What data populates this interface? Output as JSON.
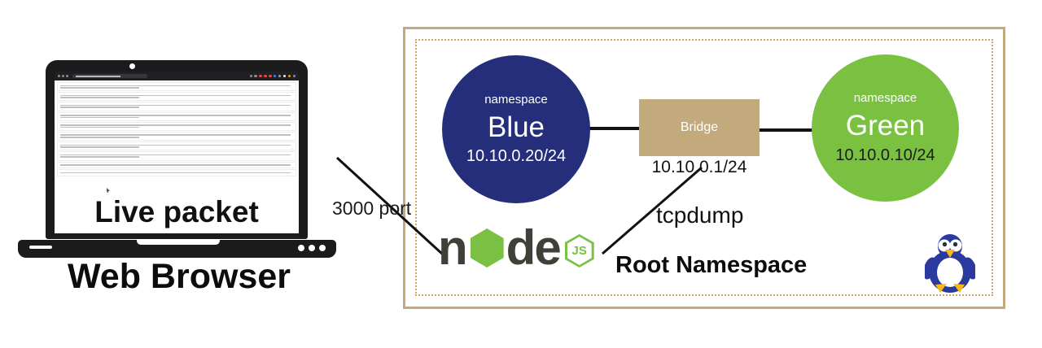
{
  "laptop": {
    "caption": "Web Browser",
    "screen_caption": "Live packet",
    "packet_rows": [
      2,
      2,
      2,
      2,
      2,
      2,
      2,
      2,
      1,
      1
    ],
    "toolbar_dot_colors": [
      "#8a8d91",
      "#8a8d91",
      "#e8453c",
      "#e8453c",
      "#e8453c",
      "#4285f4",
      "#9aa0a6",
      "#e8eaed",
      "#f29900",
      "#8a8d91"
    ]
  },
  "diagram": {
    "root_label": "Root Namespace",
    "labels": {
      "port": "3000 port",
      "tcpdump": "tcpdump"
    },
    "nodes": {
      "blue": {
        "kind_label": "namespace",
        "name": "Blue",
        "ip": "10.10.0.20/24"
      },
      "green": {
        "kind_label": "namespace",
        "name": "Green",
        "ip": "10.10.0.10/24"
      },
      "bridge": {
        "name": "Bridge",
        "ip": "10.10.0.1/24"
      }
    },
    "nodejs": {
      "letters": [
        "n",
        "d",
        "e"
      ],
      "badge": "JS"
    }
  },
  "colors": {
    "blue_circle": "#252e7b",
    "green_circle": "#7ac142",
    "green_ip_text": "#1c1c1c",
    "bridge_fill": "#c3aa7c",
    "box_border": "#c3aa7c",
    "dotted_border": "#c9a767",
    "node_green": "#7ac143",
    "node_dark": "#3f4138",
    "edge": "#111111",
    "penguin_body": "#2b3a9e",
    "penguin_accent": "#fbb917"
  }
}
